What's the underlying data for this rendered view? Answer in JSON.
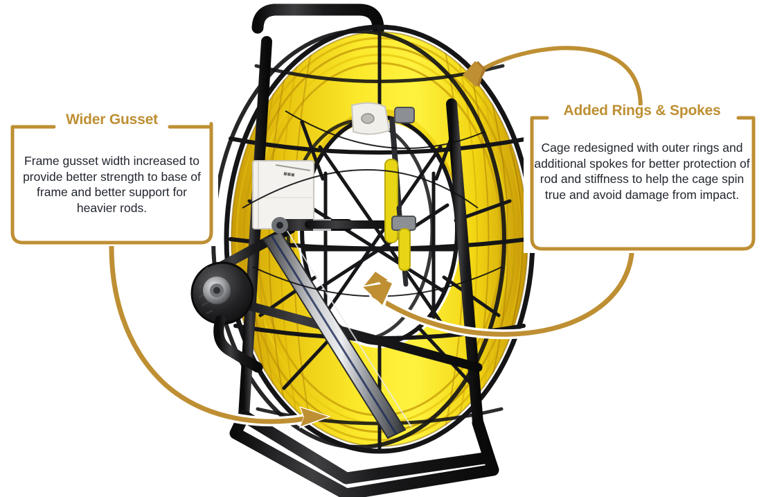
{
  "figure": {
    "subject": "Fiberglass duct rodder reel on wheeled steel frame",
    "alt_note": "Yellow fiberglass rod coiled in a black steel cage reel mounted on a black tubular frame with two wheels"
  },
  "colors": {
    "gold": "#BE8F33",
    "gold_dark": "#A8782A",
    "title_gold": "#BE8F33",
    "body_text": "#22262E",
    "rod_yellow": "#F6E11B",
    "rod_yellow_dark": "#D9B511",
    "frame_black": "#1C1C1C",
    "white": "#FFFFFF"
  },
  "callouts": [
    {
      "id": "wider-gusset",
      "title": "Wider Gusset",
      "body": "Frame gusset width increased to provide better strength to base of frame and better support for heavier rods.",
      "arrow_target": "frame gusset at base of frame"
    },
    {
      "id": "added-rings-spokes",
      "title": "Added Rings & Spokes",
      "body": "Cage redesigned with outer rings and additional spokes for better protection of rod and stiffness to help the cage spin true and avoid damage from impact.",
      "arrow_targets": [
        "outer cage ring (upper right)",
        "cage spokes (center)"
      ]
    }
  ],
  "arrows": [
    {
      "id": "arrow-outer-ring",
      "from": "Added Rings & Spokes title",
      "to": "outer cage ring, upper right of reel",
      "direction": "left"
    },
    {
      "id": "arrow-spokes",
      "from": "Added Rings & Spokes box bottom",
      "to": "cage spokes, center of reel",
      "direction": "up-left"
    },
    {
      "id": "arrow-gusset",
      "from": "Wider Gusset box bottom",
      "to": "frame gusset at base",
      "direction": "right"
    }
  ]
}
